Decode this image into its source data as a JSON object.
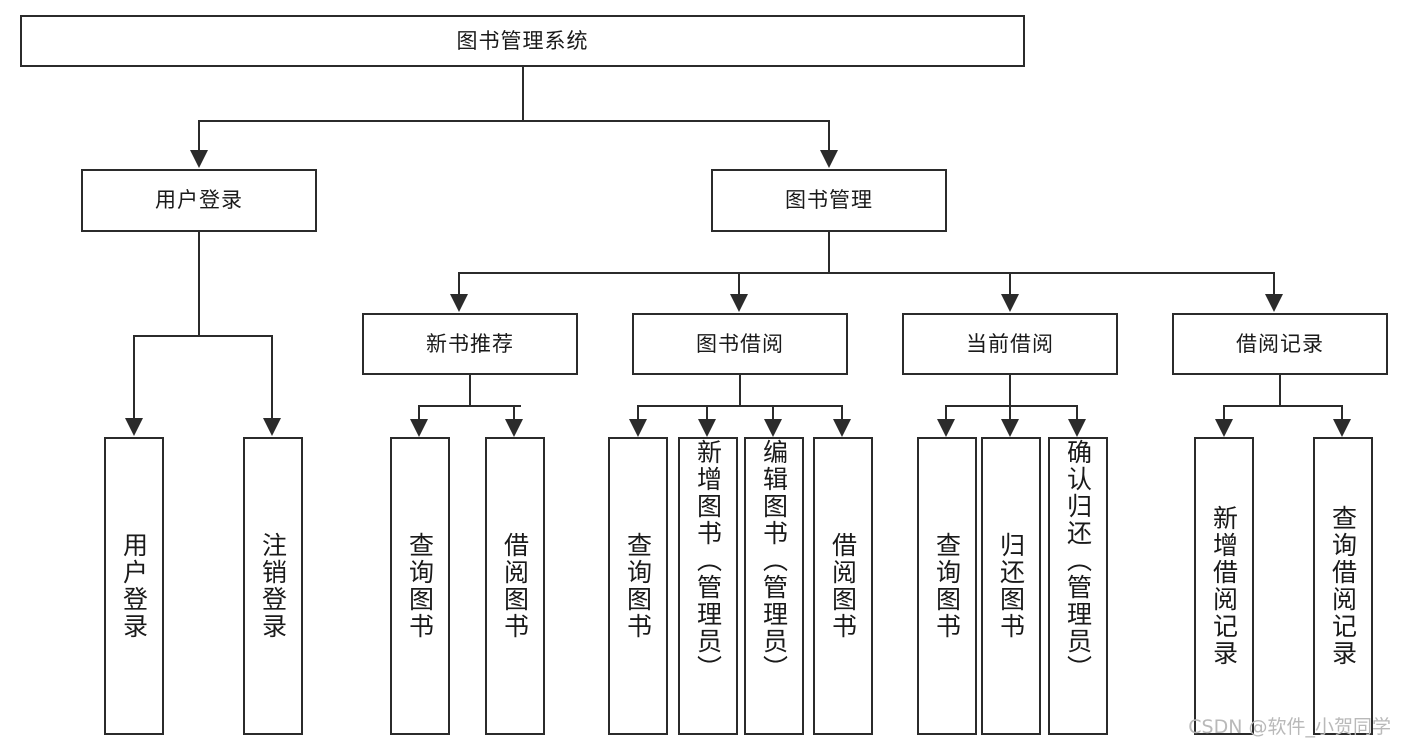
{
  "diagram": {
    "type": "tree-hierarchy-flowchart",
    "root": {
      "id": "root",
      "label": "图书管理系统"
    },
    "level2": [
      {
        "id": "user-login",
        "label": "用户登录"
      },
      {
        "id": "book-manage",
        "label": "图书管理"
      }
    ],
    "level3": [
      {
        "id": "new-book-rec",
        "label": "新书推荐",
        "parent": "book-manage"
      },
      {
        "id": "book-borrow",
        "label": "图书借阅",
        "parent": "book-manage"
      },
      {
        "id": "current-borrow",
        "label": "当前借阅",
        "parent": "book-manage"
      },
      {
        "id": "borrow-record",
        "label": "借阅记录",
        "parent": "book-manage"
      }
    ],
    "leaves": [
      {
        "id": "leaf-user-login",
        "label": "用户登录",
        "parent": "user-login"
      },
      {
        "id": "leaf-user-logout",
        "label": "注销登录",
        "parent": "user-login"
      },
      {
        "id": "leaf-query-book-1",
        "label": "查询图书",
        "parent": "new-book-rec"
      },
      {
        "id": "leaf-borrow-book-1",
        "label": "借阅图书",
        "parent": "new-book-rec"
      },
      {
        "id": "leaf-query-book-2",
        "label": "查询图书",
        "parent": "book-borrow"
      },
      {
        "id": "leaf-add-book",
        "label": "新增图书（管理员）",
        "parent": "book-borrow"
      },
      {
        "id": "leaf-edit-book",
        "label": "编辑图书（管理员）",
        "parent": "book-borrow"
      },
      {
        "id": "leaf-borrow-book-2",
        "label": "借阅图书",
        "parent": "book-borrow"
      },
      {
        "id": "leaf-query-book-3",
        "label": "查询图书",
        "parent": "current-borrow"
      },
      {
        "id": "leaf-return-book",
        "label": "归还图书",
        "parent": "current-borrow"
      },
      {
        "id": "leaf-confirm-return",
        "label": "确认归还（管理员）",
        "parent": "current-borrow"
      },
      {
        "id": "leaf-add-record",
        "label": "新增借阅记录",
        "parent": "borrow-record"
      },
      {
        "id": "leaf-query-record",
        "label": "查询借阅记录",
        "parent": "borrow-record"
      }
    ]
  },
  "watermark": {
    "text": "CSDN @软件_小贺同学"
  },
  "colors": {
    "box_border": "#2b2b2b",
    "box_fill": "#ffffff",
    "text": "#1a1a1a",
    "connector": "#2b2b2b",
    "watermark": "#b9b9b9",
    "background": "#ffffff"
  }
}
